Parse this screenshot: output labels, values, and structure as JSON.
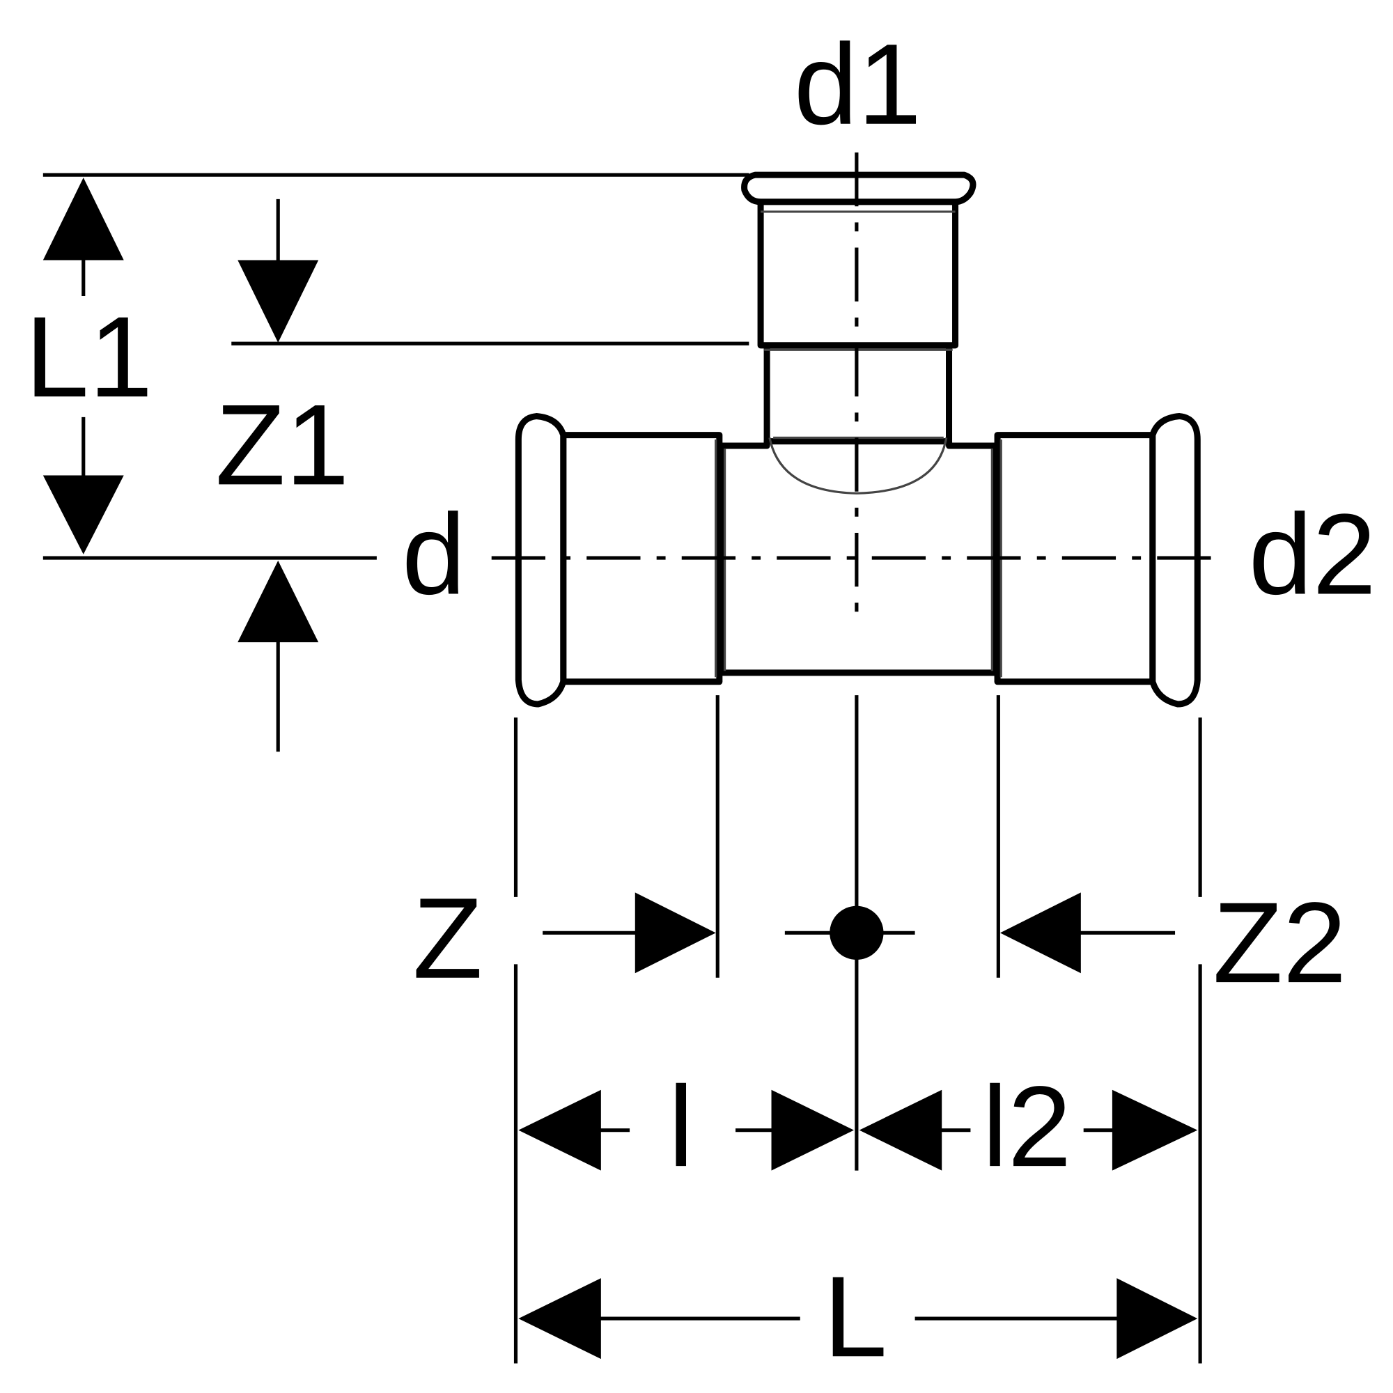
{
  "title": "Reducing tee fitting dimension drawing",
  "labels": {
    "d1": "d1",
    "d": "d",
    "d2": "d2",
    "L1": "L1",
    "Z1": "Z1",
    "Z": "Z",
    "Z2": "Z2",
    "l": "l",
    "l2": "l2",
    "L": "L"
  },
  "colors": {
    "line": "#000000",
    "background": "#ffffff"
  }
}
